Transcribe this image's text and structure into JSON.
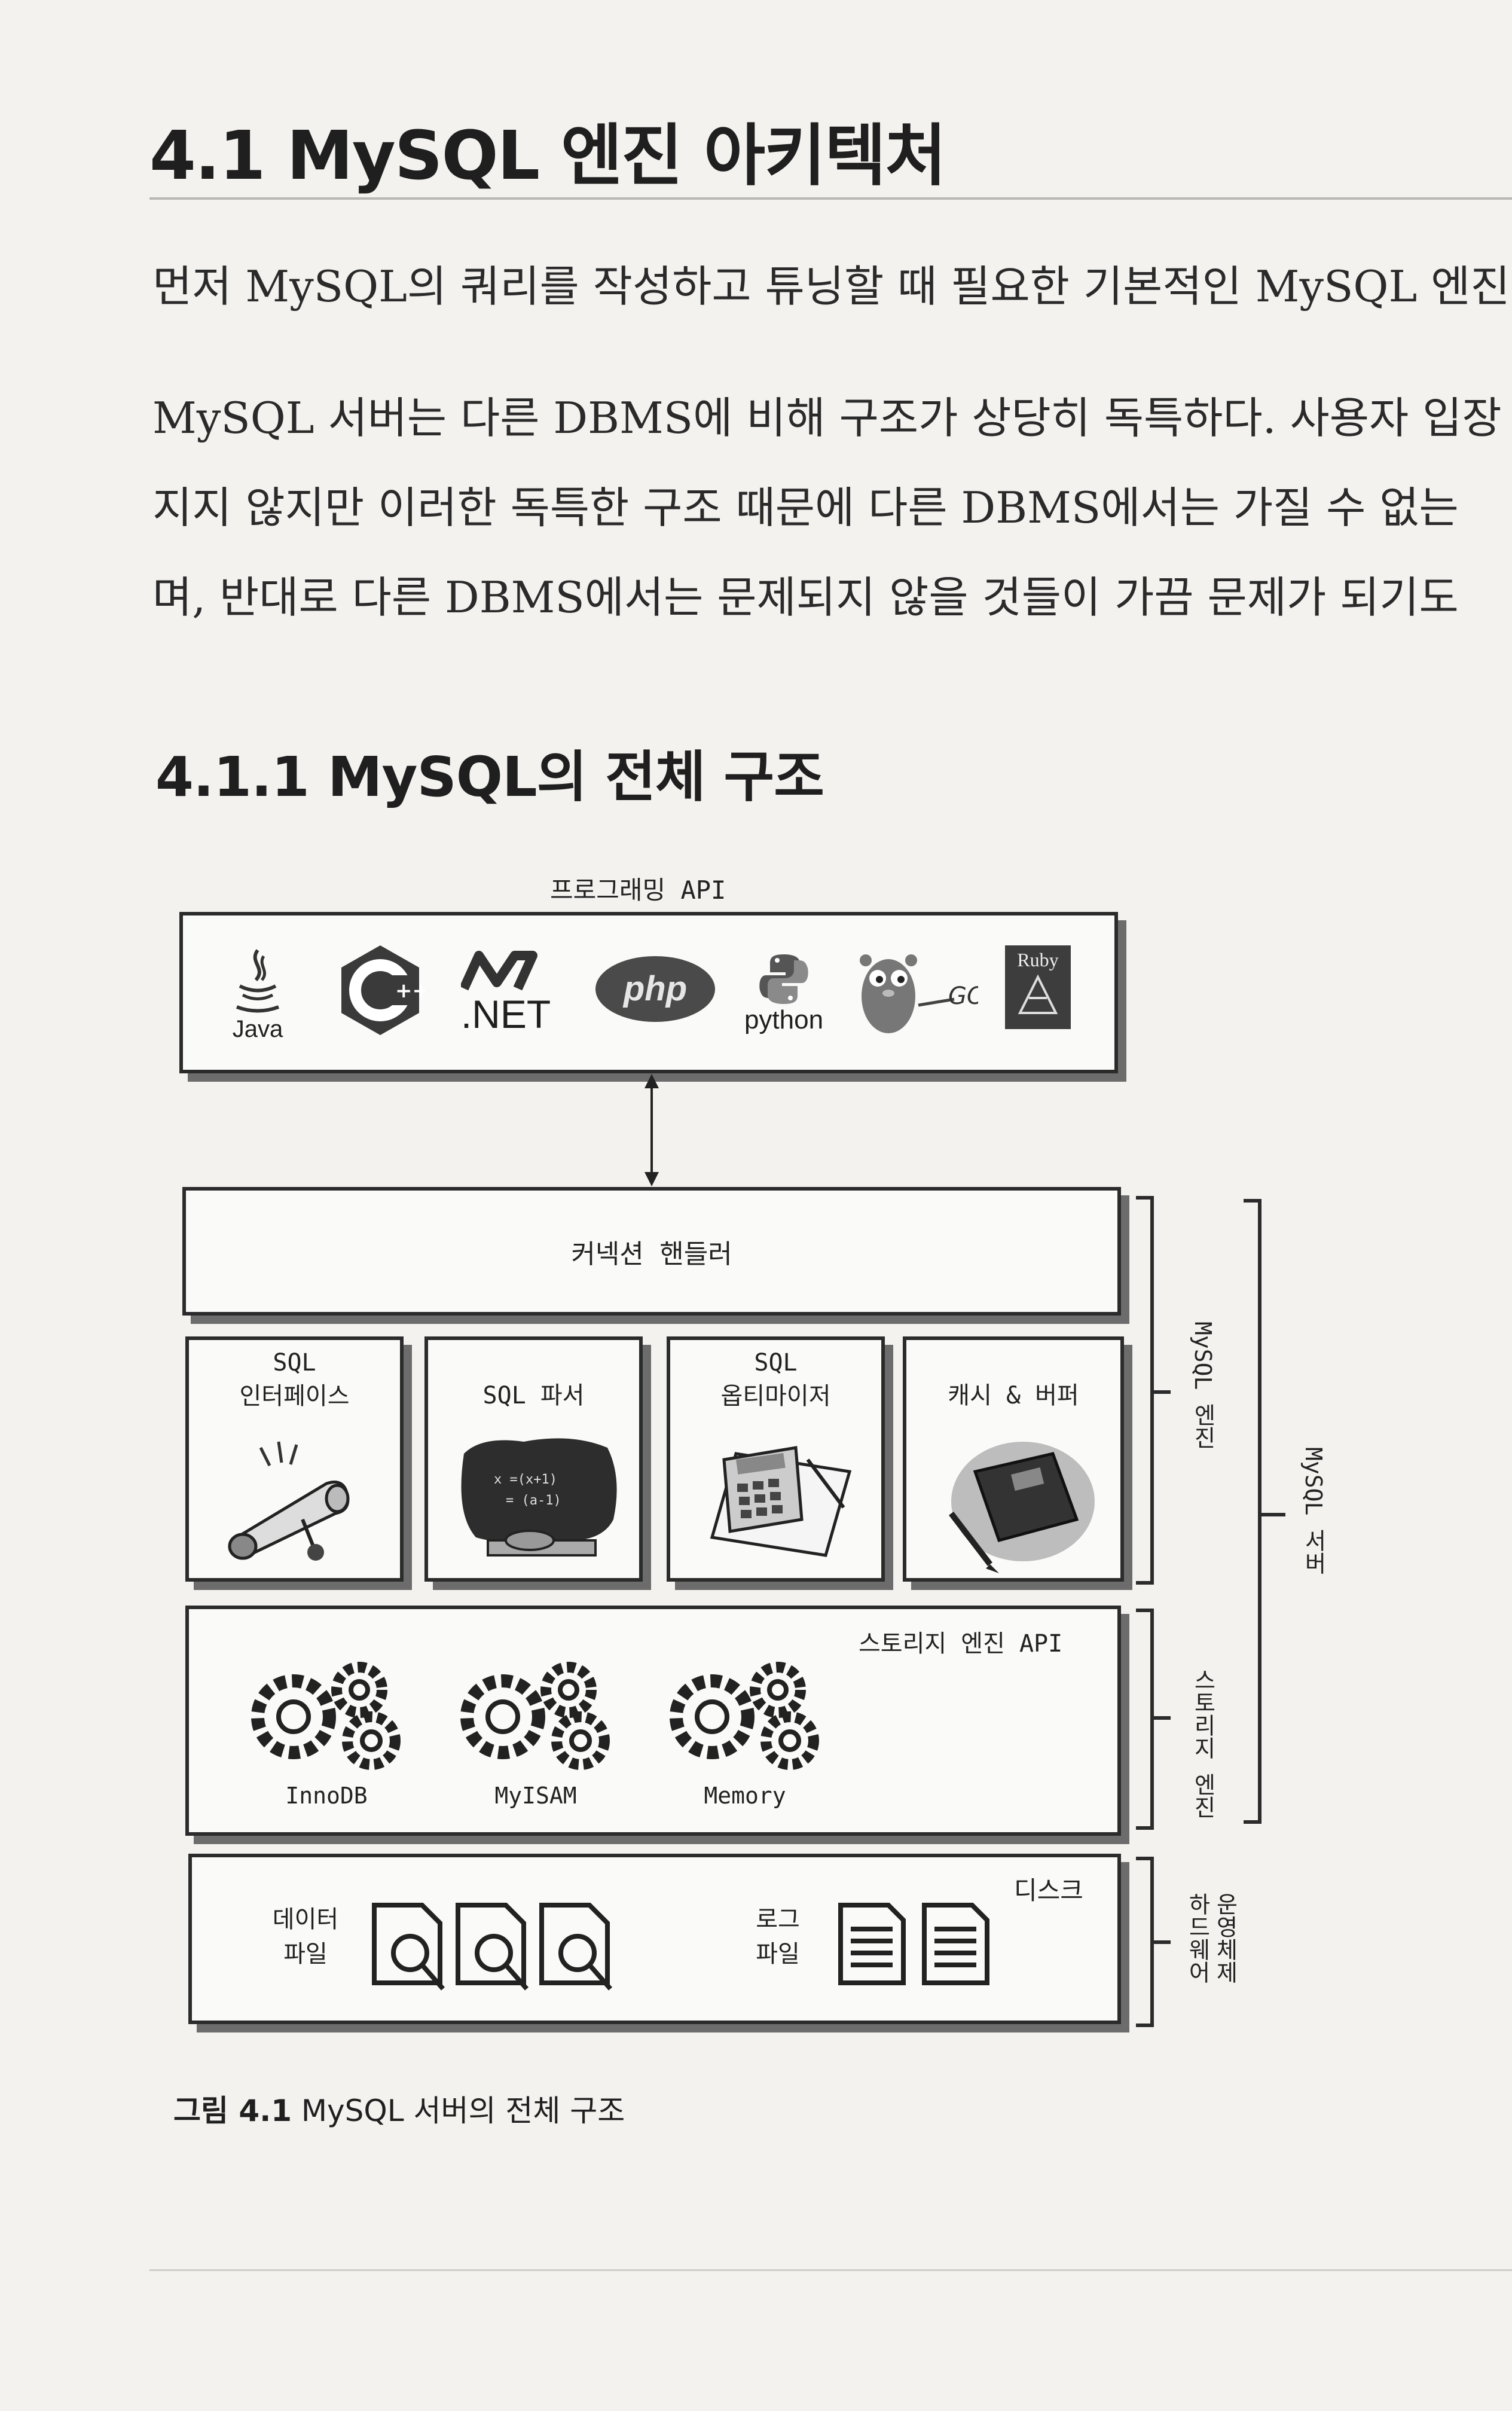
{
  "heading": "4.1 MySQL 엔진 아키텍처",
  "intro": "먼저 MySQL의 쿼리를 작성하고 튜닝할 때 필요한 기본적인 MySQL 엔진",
  "para_lines": [
    "MySQL 서버는 다른 DBMS에 비해 구조가 상당히 독특하다. 사용자 입장",
    "지지 않지만 이러한 독특한 구조 때문에 다른 DBMS에서는 가질 수 없는",
    "며, 반대로 다른 DBMS에서는 문제되지 않을 것들이 가끔 문제가 되기도"
  ],
  "subheading": "4.1.1 MySQL의 전체 구조",
  "diagram": {
    "programming_api_label": "프로그래밍 API",
    "api_icons": {
      "java": "Java",
      "net": ".NET",
      "php": "php",
      "python": "python",
      "ruby": "Ruby"
    },
    "connection_handler": "커넥션 핸들러",
    "engine_modules": {
      "sql_interface": {
        "line1": "SQL",
        "line2": "인터페이스"
      },
      "sql_parser": {
        "line1": "SQL 파서"
      },
      "sql_optimizer": {
        "line1": "SQL",
        "line2": "옵티마이저"
      },
      "cache_buffer": {
        "line1": "캐시 & 버퍼"
      }
    },
    "storage_engine_api": "스토리지 엔진 API",
    "storage_engines": [
      "InnoDB",
      "MyISAM",
      "Memory"
    ],
    "disk_label": "디스크",
    "data_file": {
      "line1": "데이터",
      "line2": "파일"
    },
    "log_file": {
      "line1": "로그",
      "line2": "파일"
    },
    "bracket_labels": {
      "mysql_engine": "MySQL 엔진",
      "storage_engine": "스토리지 엔진",
      "mysql_server": "MySQL 서버",
      "os_hardware": "운영체제\n하드웨어"
    }
  },
  "caption": {
    "prefix": "그림 4.1",
    "text": " MySQL 서버의 전체 구조"
  }
}
